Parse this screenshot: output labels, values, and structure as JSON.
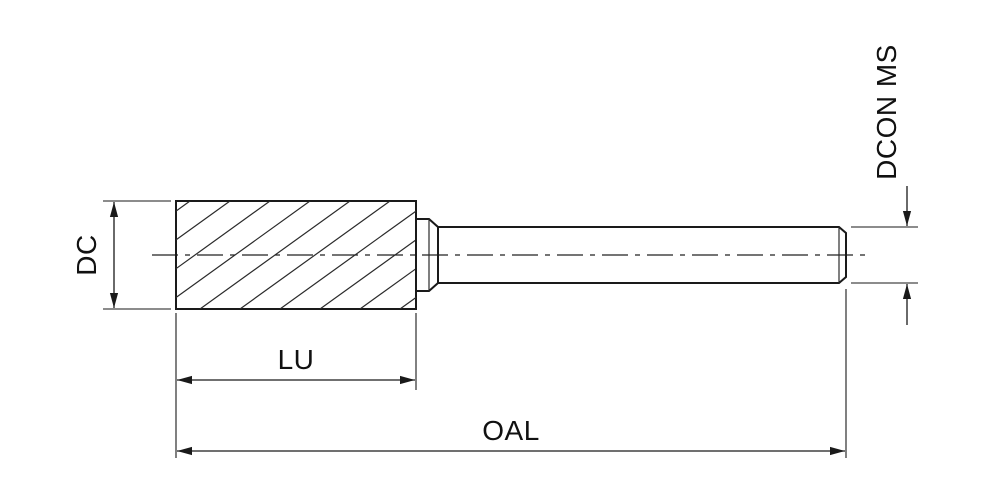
{
  "diagram": {
    "labels": {
      "dc": "DC",
      "lu": "LU",
      "oal": "OAL",
      "dcon_ms": "DCON MS"
    },
    "colors": {
      "line": "#1a1a1a",
      "background": "#ffffff",
      "head_fill_light": "#f7f7f7",
      "head_fill_dark": "#c9c9c9",
      "shank_fill_light": "#fafafa",
      "shank_fill_dark": "#d6d6d6"
    }
  }
}
